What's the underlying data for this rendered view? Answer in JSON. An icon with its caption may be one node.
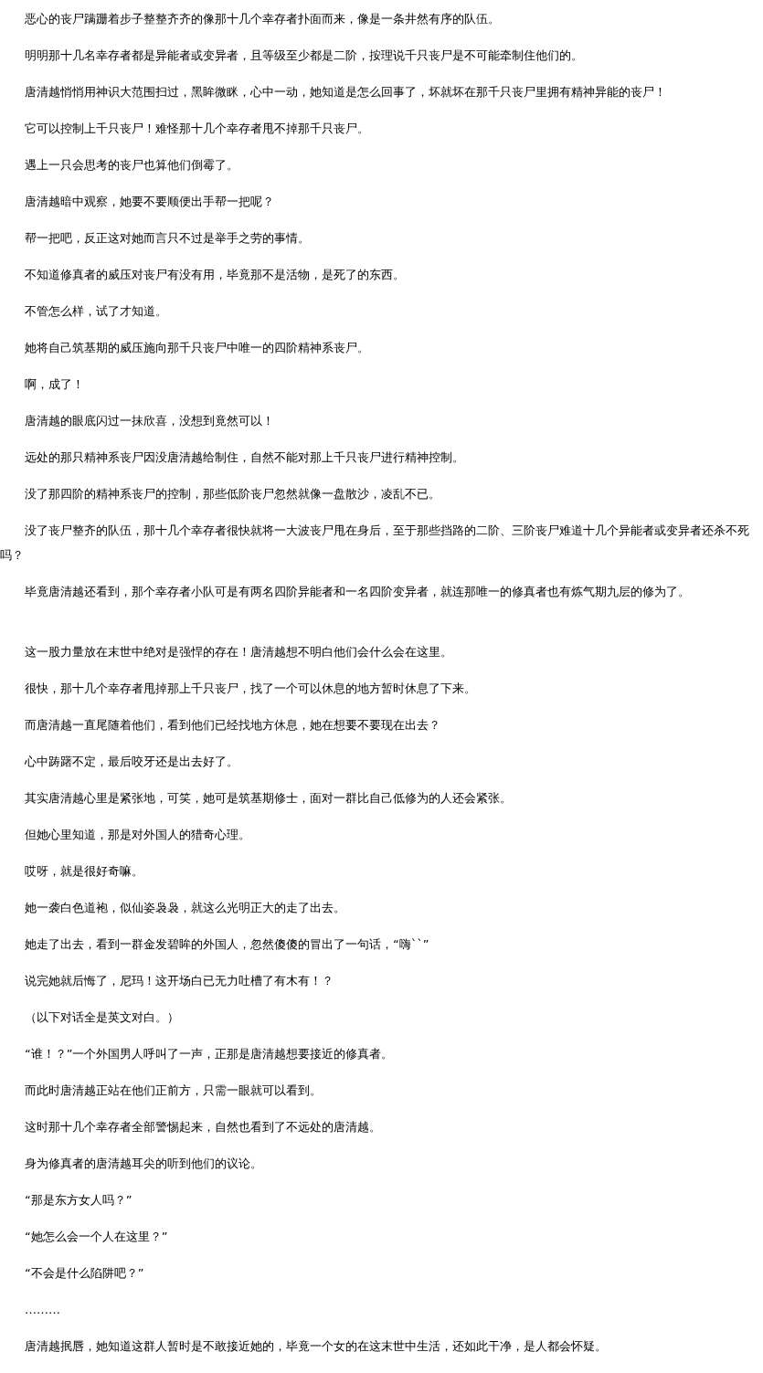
{
  "diagram": {
    "labels": [
      "恶心的丧尸蹒跚着步子整整齐齐的像那十几个幸存者扑面而来，像是一条井然有序的队伍。",
      "明明那十几名幸存者都是异能者或变异者，且等级至少都是二阶，按理说千只丧尸是不可能牵制住他们的。",
      "唐清越悄悄用神识大范围扫过，黑眸微眯，心中一动，她知道是怎么回事了，坏就坏在那千只丧尸里拥有精神异能的丧尸！",
      "它可以控制上千只丧尸！难怪那十几个幸存者甩不掉那千只丧尸。",
      "遇上一只会思考的丧尸也算他们倒霉了。",
      "唐清越暗中观察，她要不要顺便出手帮一把呢？",
      "帮一把吧，反正这对她而言只不过是举手之劳的事情。",
      "不知道修真者的威压对丧尸有没有用，毕竟那不是活物，是死了的东西。",
      "不管怎么样，试了才知道。",
      "她将自己筑基期的威压施向那千只丧尸中唯一的四阶精神系丧尸。",
      "啊，成了！",
      "唐清越的眼底闪过一抹欣喜，没想到竟然可以！",
      "远处的那只精神系丧尸因没唐清越给制住，自然不能对那上千只丧尸进行精神控制。",
      "没了那四阶的精神系丧尸的控制，那些低阶丧尸忽然就像一盘散沙，凌乱不已。",
      "没了丧尸整齐的队伍，那十几个幸存者很快就将一大波丧尸甩在身后，至于那些挡路的二阶、三阶丧尸难道十几个异能者或变异者还杀不死吗？",
      "毕竟唐清越还看到，那个幸存者小队可是有两名四阶异能者和一名四阶变异者，就连那唯一的修真者也有炼气期九层的修为了。",
      "这一股力量放在末世中绝对是强悍的存在！唐清越想不明白他们会什么会在这里。",
      "很快，那十几个幸存者甩掉那上千只丧尸，找了一个可以休息的地方暂时休息了下来。",
      "而唐清越一直尾随着他们，看到他们已经找地方休息，她在想要不要现在出去？",
      "心中踌躇不定，最后咬牙还是出去好了。",
      "其实唐清越心里是紧张地，可笑，她可是筑基期修士，面对一群比自己低修为的人还会紧张。",
      "但她心里知道，那是对外国人的猎奇心理。",
      "哎呀，就是很好奇嘛。",
      "她一袭白色道袍，似仙姿袅袅，就这么光明正大的走了出去。",
      "她走了出去，看到一群金发碧眸的外国人，忽然傻傻的冒出了一句话，“嗨``”",
      "说完她就后悔了，尼玛！这开场白已无力吐槽了有木有！？",
      "（以下对话全是英文对白。）",
      "“谁！？”一个外国男人呼叫了一声，正那是唐清越想要接近的修真者。",
      "而此时唐清越正站在他们正前方，只需一眼就可以看到。",
      "这时那十几个幸存者全部警惕起来，自然也看到了不远处的唐清越。",
      "身为修真者的唐清越耳尖的听到他们的议论。",
      "“那是东方女人吗？”",
      "“她怎么会一个人在这里？”",
      "“不会是什么陷阱吧？”",
      "………",
      "唐清越抿唇，她知道这群人暂时是不敢接近她的，毕竟一个女的在这末世中生活，还如此干净，是人都会怀疑。"
    ]
  }
}
